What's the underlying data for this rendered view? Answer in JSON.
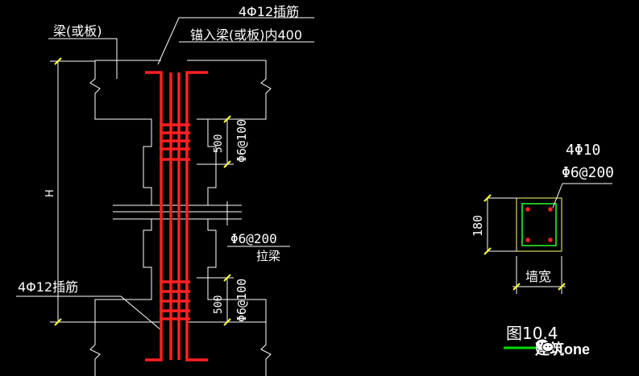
{
  "colors": {
    "background": "#000000",
    "line": "#ffffff",
    "rebar": "#ff2020",
    "marker": "#ffff40",
    "stirrup": "#20c020",
    "section_outline": "#ffff80",
    "underline": "#00dd00"
  },
  "labels": {
    "insert_bars_top": "4Φ12插筋",
    "anchor_note": "锚入梁(或板)内400",
    "beam_or_slab": "梁(或板)",
    "height": "H",
    "dim_500_top": "500",
    "stirrup_dense_top": "Φ6@100",
    "stirrup_mid": "Φ6@200",
    "tie_beam": "拉梁",
    "insert_bars_bottom": "4Φ12插筋",
    "dim_500_bottom": "500",
    "stirrup_dense_bottom": "Φ6@100"
  },
  "section": {
    "long_bars": "4Φ10",
    "stirrup": "Φ6@200",
    "height_dim": "180",
    "width_label": "墙宽",
    "figure_title": "图10.4"
  },
  "watermark": {
    "icon": "wechat-icon",
    "text": "建筑one"
  }
}
